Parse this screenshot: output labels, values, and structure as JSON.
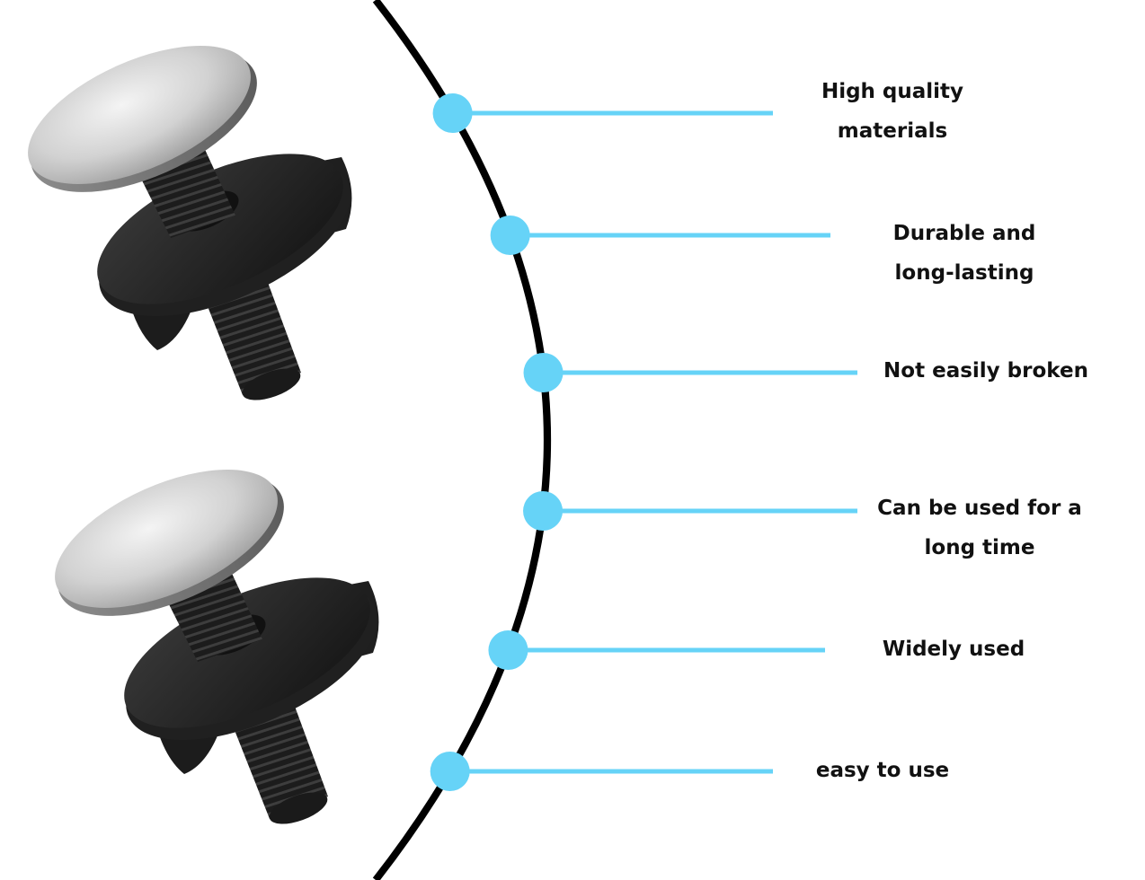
{
  "colors": {
    "accent": "#66d3f7",
    "arc": "#000000",
    "text": "#111111",
    "background": "#ffffff"
  },
  "product": {
    "icons": [
      "sink-plug-screw-icon",
      "sink-plug-screw-icon"
    ]
  },
  "features": [
    {
      "lines": [
        "High quality",
        "materials"
      ]
    },
    {
      "lines": [
        "Durable and",
        "long-lasting"
      ]
    },
    {
      "lines": [
        "Not easily broken"
      ]
    },
    {
      "lines": [
        "Can be used for a",
        "long time"
      ]
    },
    {
      "lines": [
        "Widely used"
      ]
    },
    {
      "lines": [
        "easy to use"
      ]
    }
  ]
}
